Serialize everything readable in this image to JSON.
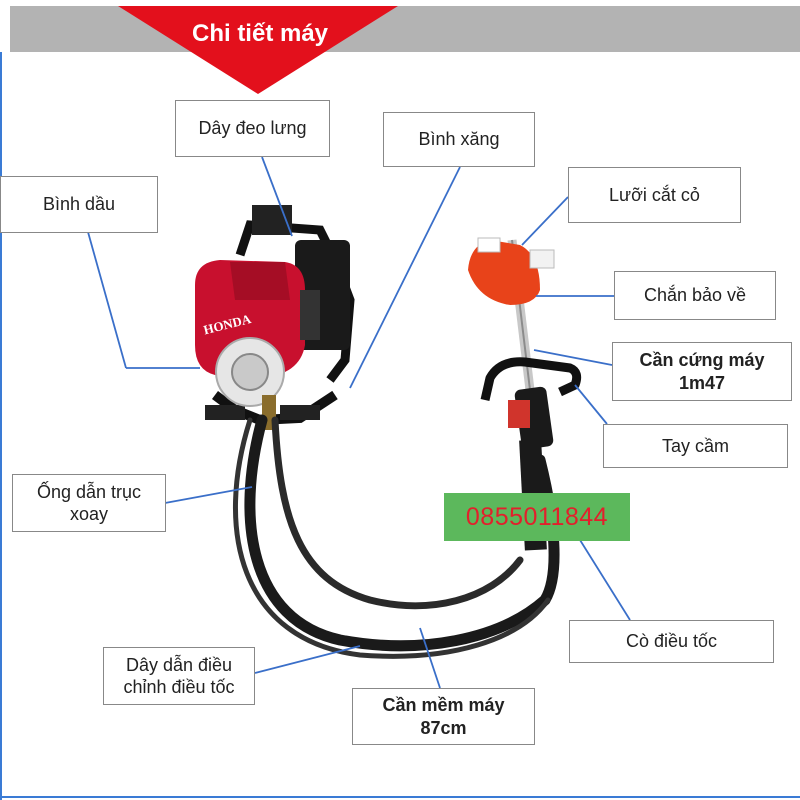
{
  "header": {
    "title": "Chi tiết máy"
  },
  "labels": {
    "day_deo_lung": "Dây đeo lưng",
    "binh_xang": "Bình xăng",
    "binh_dau": "Bình dầu",
    "luoi_cat_co": "Lưỡi cắt cỏ",
    "chan_bao_ve": "Chắn bảo về",
    "can_cung_may_line1": "Cần cứng máy",
    "can_cung_may_line2": "1m47",
    "tay_cam": "Tay cầm",
    "ong_dan_truc_line1": "Ống dẫn trục",
    "ong_dan_truc_line2": "xoay",
    "co_dieu_toc": "Cò điều tốc",
    "day_dan_line1": "Dây dẫn điều",
    "day_dan_line2": "chỉnh điều tốc",
    "can_mem_may_line1": "Cần mềm máy",
    "can_mem_may_line2": "87cm"
  },
  "contact": {
    "phone": "0855011844"
  },
  "engine_brand": "HONDA",
  "colors": {
    "banner_red": "#e3101c",
    "header_gray": "#b3b3b3",
    "leader_line": "#3a6fc9",
    "engine_red": "#c8102e",
    "phone_bg": "#5cb85c",
    "phone_text": "#e2202c"
  }
}
